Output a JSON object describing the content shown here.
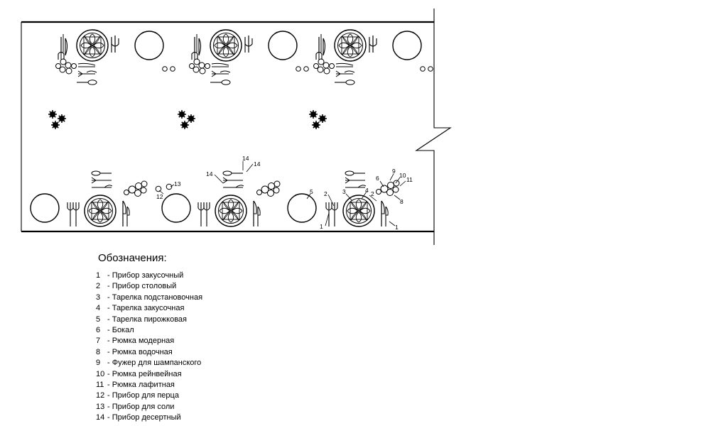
{
  "legend": {
    "title": "Обозначения:",
    "items": [
      {
        "num": "1",
        "label": "-  Прибор  закусочный"
      },
      {
        "num": "2",
        "label": "-  Прибор  столовый"
      },
      {
        "num": "3",
        "label": "- Тарелка  подстановочная"
      },
      {
        "num": "4",
        "label": "-  Тарелка закусочная"
      },
      {
        "num": "5",
        "label": "-  Тарелка  пирожковая"
      },
      {
        "num": "6",
        "label": "-  Бокал"
      },
      {
        "num": "7",
        "label": "- Рюмка модерная"
      },
      {
        "num": "8",
        "label": "-  Рюмка  водочная"
      },
      {
        "num": "9",
        "label": "-  Фужер для шампанского"
      },
      {
        "num": "10",
        "label": "-  Рюмка рейнвейная"
      },
      {
        "num": "11",
        "label": "- Рюмка лафитная"
      },
      {
        "num": "12",
        "label": "-  Прибор  для  перца"
      },
      {
        "num": "13",
        "label": "-  Прибор  для  соли"
      },
      {
        "num": "14",
        "label": "- Прибор  десертный"
      }
    ]
  },
  "callouts": {
    "c1a": "1",
    "c1b": "1",
    "c2a": "2",
    "c2b": "2",
    "c3": "3",
    "c4": "4",
    "c5": "5",
    "c6": "6",
    "c8": "8",
    "c9": "9",
    "c10": "10",
    "c11": "11",
    "c12": "12",
    "c13": "13",
    "c14a": "14",
    "c14b": "14",
    "c14c": "14"
  },
  "colors": {
    "line": "#000000",
    "background": "#ffffff"
  }
}
